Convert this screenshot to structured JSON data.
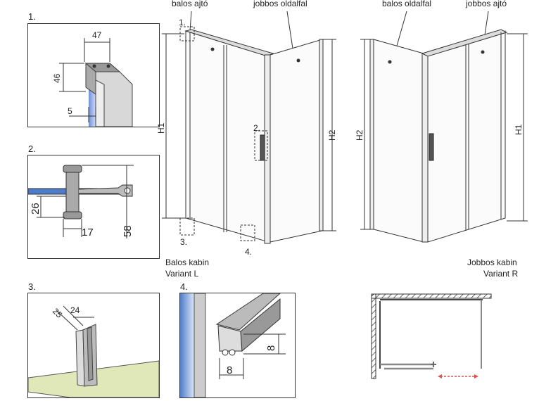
{
  "panels": {
    "p1": {
      "number": "1.",
      "dims": {
        "width": "47",
        "height": "46",
        "gap": "5"
      }
    },
    "p2": {
      "number": "2.",
      "dims": {
        "a": "26",
        "b": "17",
        "c": "58"
      }
    },
    "p3": {
      "number": "3.",
      "dims": {
        "a": "25",
        "b": "24"
      }
    },
    "p4": {
      "number": "4.",
      "dims": {
        "h": "8",
        "w": "8"
      }
    }
  },
  "left_cabin": {
    "door_label": "balos ajtó",
    "side_label": "jobbos oldalfal",
    "h1": "H1",
    "h2": "H2",
    "marker1": "1.",
    "marker2": "2.",
    "marker3": "3.",
    "marker4": "4.",
    "caption_line1": "Balos kabin",
    "caption_line2": "Variant L"
  },
  "right_cabin": {
    "side_label": "balos oldalfal",
    "door_label": "jobbos ajtó",
    "h1": "H1",
    "h2": "H2",
    "caption_line1": "Jobbos kabin",
    "caption_line2": "Variant R"
  }
}
